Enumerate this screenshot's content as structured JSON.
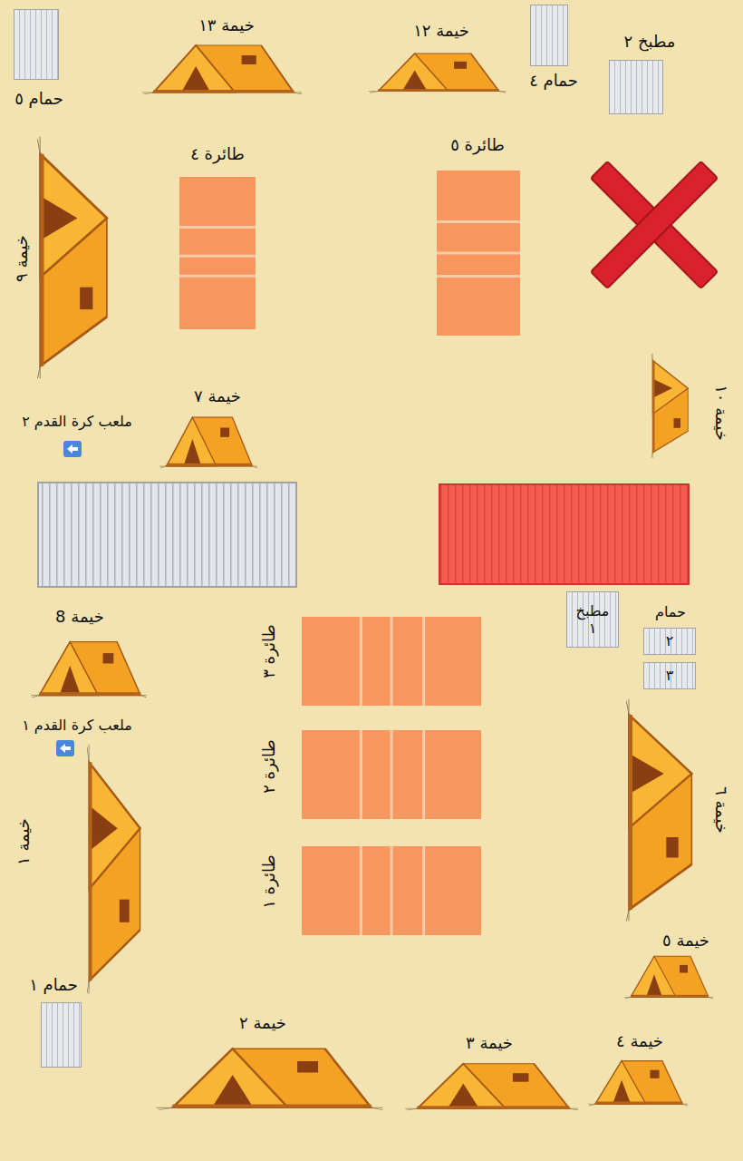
{
  "diagram": {
    "nodes": [
      {
        "text": [
          "حمام ٥"
        ]
      },
      {
        "text": [
          "خيمة ١٣"
        ]
      },
      {
        "text": [
          "خيمة ١٢"
        ]
      },
      {
        "text": [
          "حمام ٤"
        ]
      },
      {
        "text": [
          "مطبخ ٢"
        ]
      },
      {
        "text": [
          "طائرة ٤"
        ]
      },
      {
        "text": [
          "طائرة ٥"
        ]
      },
      {
        "text": [
          "خيمة ٩"
        ]
      },
      {
        "text": [
          "خيمة ٧"
        ]
      },
      {
        "text": [
          "خيمة ١٠"
        ]
      },
      {
        "text": [
          "مطبخ ١"
        ]
      },
      {
        "text": [
          "٢"
        ]
      },
      {
        "text": [
          "٣"
        ]
      },
      {
        "text": [
          "خيمة 8"
        ]
      },
      {
        "text": [
          "طائرة ٣"
        ]
      },
      {
        "text": [
          "طائرة ٢"
        ]
      },
      {
        "text": [
          "طائرة ١"
        ]
      },
      {
        "text": [
          "خيمة ١"
        ]
      },
      {
        "text": [
          "خيمة ٦"
        ]
      },
      {
        "text": [
          "خيمة ٥"
        ]
      },
      {
        "text": [
          "حمام ١"
        ]
      },
      {
        "text": [
          "خيمة ٢"
        ]
      },
      {
        "text": [
          "خيمة ٣"
        ]
      },
      {
        "text": [
          "خيمة ٤"
        ]
      }
    ],
    "labels": [
      "ملعب كرة القدم ٢",
      "حمام",
      "ملعب كرة القدم ١"
    ]
  }
}
